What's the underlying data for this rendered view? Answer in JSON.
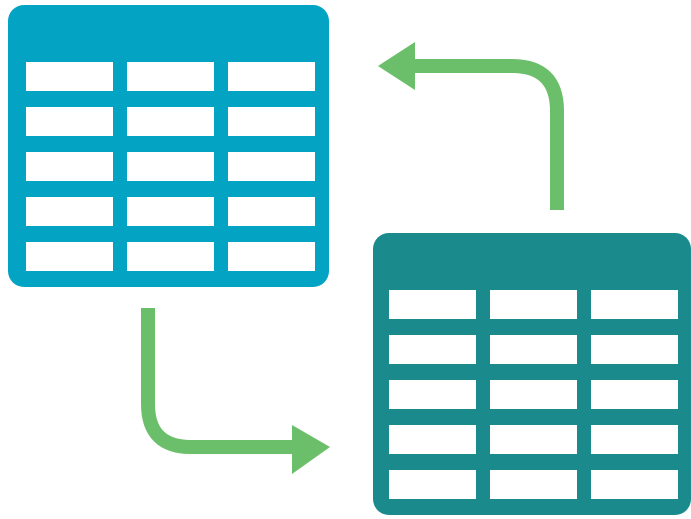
{
  "diagram": {
    "tables": [
      {
        "id": "source",
        "color": "#03a3c4",
        "rows": 5,
        "cols": 3
      },
      {
        "id": "target",
        "color": "#1a8a8c",
        "rows": 5,
        "cols": 3
      }
    ],
    "arrows": [
      {
        "id": "arrow-to-target",
        "from": "source",
        "to": "target",
        "color": "#6bbf6a"
      },
      {
        "id": "arrow-to-source",
        "from": "target",
        "to": "source",
        "color": "#6bbf6a"
      }
    ]
  }
}
